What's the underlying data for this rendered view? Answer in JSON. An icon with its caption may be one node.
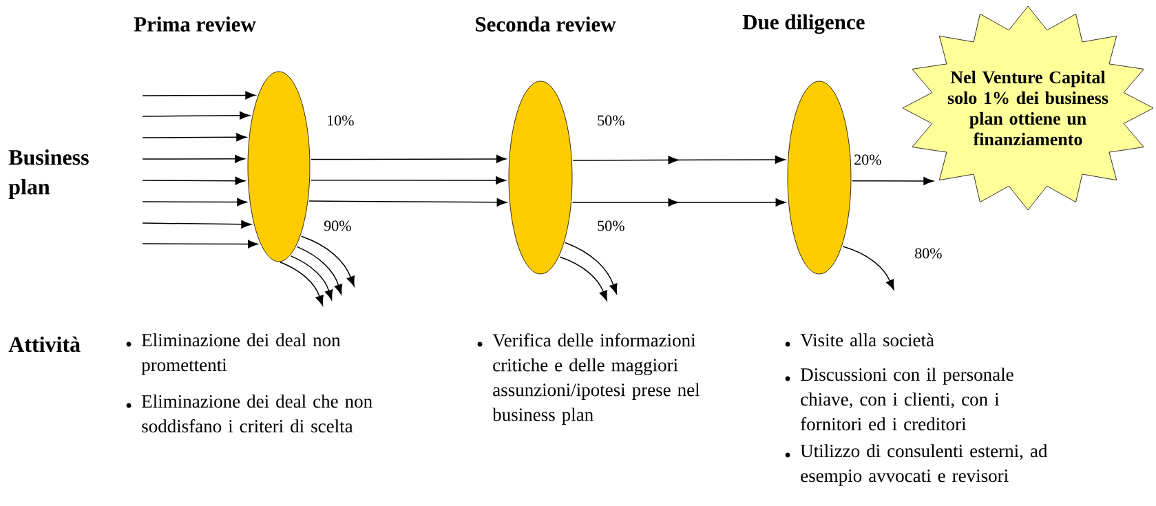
{
  "diagram": {
    "nodes": [
      {
        "text": [],
        "shape": "ellipse",
        "beside": [
          "Prima review"
        ]
      },
      {
        "text": [],
        "shape": "ellipse",
        "beside": [
          "Seconda review"
        ]
      },
      {
        "text": [],
        "shape": "ellipse"
      },
      {
        "text": [
          "Nel Venture Capital solo 1% dei business plan ottiene un finanziamento"
        ]
      }
    ],
    "edges": [
      {
        "from": null,
        "to": 0,
        "arrow": "to"
      },
      {
        "from": null,
        "to": 0,
        "arrow": "to"
      },
      {
        "from": null,
        "to": 0,
        "arrow": "to"
      },
      {
        "from": null,
        "to": 0,
        "arrow": "to"
      },
      {
        "from": null,
        "to": 0,
        "arrow": "to"
      },
      {
        "from": null,
        "to": 0,
        "arrow": "to"
      },
      {
        "from": null,
        "to": 0,
        "arrow": "to"
      },
      {
        "from": null,
        "to": 0,
        "arrow": "to"
      },
      {
        "from": 0,
        "to": 1,
        "arrow": "to"
      },
      {
        "from": 0,
        "to": 1,
        "arrow": "to"
      },
      {
        "from": 0,
        "to": 1,
        "arrow": "to"
      },
      {
        "from": 0,
        "to": null,
        "arrow": "to"
      },
      {
        "from": 0,
        "to": null,
        "arrow": "to"
      },
      {
        "from": 0,
        "to": null,
        "arrow": "to"
      },
      {
        "from": 0,
        "to": null,
        "arrow": "to"
      },
      {
        "from": 1,
        "to": 2,
        "arrow": "to"
      },
      {
        "from": 1,
        "to": 2,
        "arrow": "to"
      },
      {
        "from": 1,
        "to": null,
        "arrow": "to"
      },
      {
        "from": 1,
        "to": null,
        "arrow": "to"
      },
      {
        "from": 2,
        "to": 3,
        "arrow": "to"
      },
      {
        "from": 2,
        "to": null,
        "arrow": "to"
      }
    ],
    "labels": [
      "Due diligence",
      "10%",
      "50%",
      "Business plan",
      "20%",
      "90%",
      "50%",
      "80%",
      "Attività",
      "Eliminazione dei deal non promettenti",
      "Eliminazione dei deal che non soddisfano i criteri di scelta",
      "Verifica delle informazioni critiche e delle maggiori assunzioni/ipotesi prese nel business plan",
      "Visite alla società",
      "Discussioni con il personale chiave, con i clienti, con i fornitori ed i creditori",
      "Utilizzo di consulenti esterni, ad esempio avvocati e revisori"
    ]
  }
}
